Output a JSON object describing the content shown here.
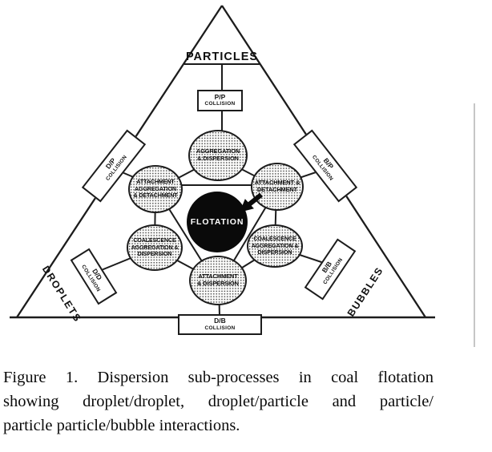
{
  "colors": {
    "ink": "#1c1c1c",
    "paper": "#ffffff",
    "flotation_fill": "#0a0a0a"
  },
  "figure": {
    "vertices": {
      "top": "PARTICLES",
      "left": "DROPLETS",
      "right": "BUBBLES"
    },
    "boxes": {
      "pp": {
        "title": "P/P",
        "subtitle": "COLLISION"
      },
      "dp": {
        "title": "D/P",
        "subtitle": "COLLISION"
      },
      "bp": {
        "title": "B/P",
        "subtitle": "COLLISION"
      },
      "dd": {
        "title": "D/D",
        "subtitle": "COLLISION"
      },
      "bb": {
        "title": "B/B",
        "subtitle": "COLLISION"
      },
      "db": {
        "title": "D/B",
        "subtitle": "COLLISION"
      }
    },
    "circles": {
      "top": {
        "line1": "AGGREGATION",
        "line2": "& DISPERSION"
      },
      "upper_left": {
        "line1": "ATTACHMENT",
        "line2": "AGGREGATION",
        "line3": "& DETACHMENT"
      },
      "upper_right": {
        "line1": "ATTACHMENT &",
        "line2": "DETACHMENT"
      },
      "lower_left": {
        "line1": "COALESCENCE",
        "line2": "AGGREGATION &",
        "line3": "DISPERSION"
      },
      "lower_right": {
        "line1": "COALESCENCE",
        "line2": "AGGREGATION &",
        "line3": "DISPERSION"
      },
      "bottom": {
        "line1": "ATTACHMENT",
        "line2": "& DISPERSION"
      }
    },
    "center": {
      "label": "FLOTATION"
    },
    "arrow_icon": "solid-arrow-into-flotation"
  },
  "caption": {
    "line1": "Figure 1.   Dispersion sub-processes in coal flotation",
    "line2": "showing droplet/droplet, droplet/particle and particle/",
    "line3": "particle particle/bubble interactions."
  }
}
